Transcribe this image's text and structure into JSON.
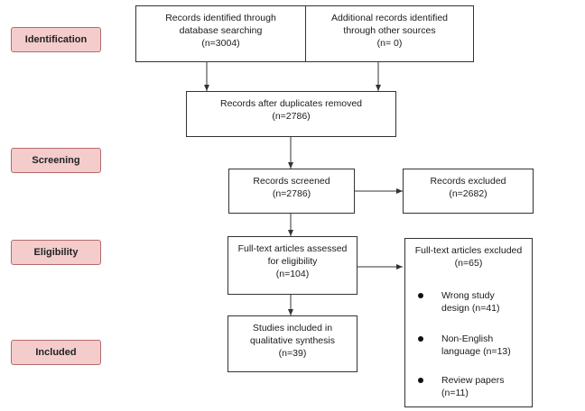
{
  "stages": {
    "identification": "Identification",
    "screening": "Screening",
    "eligibility": "Eligibility",
    "included": "Included"
  },
  "boxes": {
    "db_search": {
      "line1": "Records identified through",
      "line2": "database searching",
      "count": "(n=3004)"
    },
    "other_sources": {
      "line1": "Additional records identified",
      "line2": "through other sources",
      "count": "(n= 0)"
    },
    "duplicates_removed": {
      "line1": "Records after duplicates removed",
      "count": "(n=2786)"
    },
    "screened": {
      "line1": "Records screened",
      "count": "(n=2786)"
    },
    "excluded": {
      "line1": "Records excluded",
      "count": "(n=2682)"
    },
    "fulltext_assessed": {
      "line1": "Full-text articles assessed",
      "line2": "for eligibility",
      "count": "(n=104)"
    },
    "included_studies": {
      "line1": "Studies included in",
      "line2": "qualitative synthesis",
      "count": "(n=39)"
    },
    "fulltext_excluded": {
      "title": "Full-text articles excluded",
      "count": "(n=65)",
      "reasons": [
        {
          "line1": "Wrong study",
          "line2": "design (n=41)"
        },
        {
          "line1": "Non-English",
          "line2": "language (n=13)"
        },
        {
          "line1": "Review papers",
          "line2": "(n=11)"
        }
      ]
    }
  },
  "colors": {
    "stage_fill": "#f4cccc",
    "stage_border": "#b46b6b",
    "line": "#333333"
  }
}
